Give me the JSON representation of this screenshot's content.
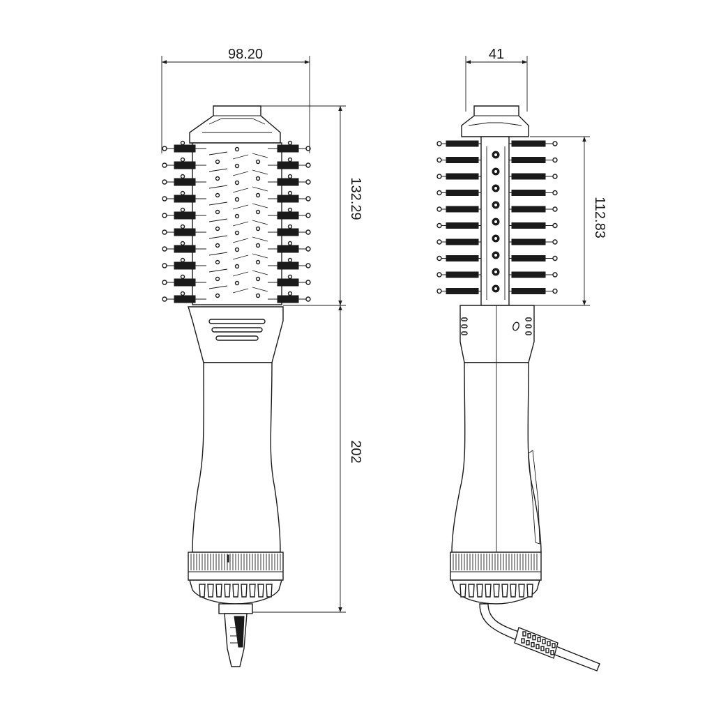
{
  "dimensions": {
    "front_width": "98.20",
    "front_head_height": "132.29",
    "front_handle_height": "202",
    "side_width": "41",
    "side_bristle_height": "112.83"
  },
  "colors": {
    "line": "#1a1a1a",
    "background": "#ffffff"
  }
}
